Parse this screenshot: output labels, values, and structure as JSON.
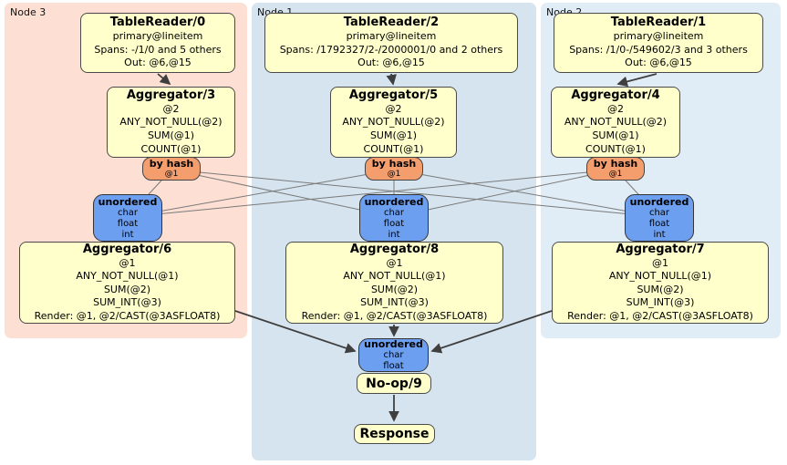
{
  "groups": [
    {
      "label": "Node 3"
    },
    {
      "label": "Node 1"
    },
    {
      "label": "Node 2"
    }
  ],
  "processors": {
    "tr0": {
      "title": "TableReader/0",
      "lines": [
        "primary@lineitem",
        "Spans: -/1/0 and 5 others",
        "Out: @6,@15"
      ]
    },
    "tr2": {
      "title": "TableReader/2",
      "lines": [
        "primary@lineitem",
        "Spans: /1792327/2-/2000001/0 and 2 others",
        "Out: @6,@15"
      ]
    },
    "tr1": {
      "title": "TableReader/1",
      "lines": [
        "primary@lineitem",
        "Spans: /1/0-/549602/3 and 3 others",
        "Out: @6,@15"
      ]
    },
    "agg3": {
      "title": "Aggregator/3",
      "lines": [
        "@2",
        "ANY_NOT_NULL(@2)",
        "SUM(@1)",
        "COUNT(@1)"
      ]
    },
    "agg5": {
      "title": "Aggregator/5",
      "lines": [
        "@2",
        "ANY_NOT_NULL(@2)",
        "SUM(@1)",
        "COUNT(@1)"
      ]
    },
    "agg4": {
      "title": "Aggregator/4",
      "lines": [
        "@2",
        "ANY_NOT_NULL(@2)",
        "SUM(@1)",
        "COUNT(@1)"
      ]
    },
    "agg6": {
      "title": "Aggregator/6",
      "lines": [
        "@1",
        "ANY_NOT_NULL(@1)",
        "SUM(@2)",
        "SUM_INT(@3)",
        "Render: @1, @2/CAST(@3ASFLOAT8)"
      ]
    },
    "agg8": {
      "title": "Aggregator/8",
      "lines": [
        "@1",
        "ANY_NOT_NULL(@1)",
        "SUM(@2)",
        "SUM_INT(@3)",
        "Render: @1, @2/CAST(@3ASFLOAT8)"
      ]
    },
    "agg7": {
      "title": "Aggregator/7",
      "lines": [
        "@1",
        "ANY_NOT_NULL(@1)",
        "SUM(@2)",
        "SUM_INT(@3)",
        "Render: @1, @2/CAST(@3ASFLOAT8)"
      ]
    },
    "noop": {
      "title": "No-op/9"
    },
    "response": {
      "title": "Response"
    }
  },
  "routers": {
    "hash3": {
      "title": "by hash",
      "lines": [
        "@1"
      ]
    },
    "hash5": {
      "title": "by hash",
      "lines": [
        "@1"
      ]
    },
    "hash4": {
      "title": "by hash",
      "lines": [
        "@1"
      ]
    }
  },
  "syncs": {
    "sync3": {
      "title": "unordered",
      "lines": [
        "char",
        "float",
        "int"
      ]
    },
    "sync1": {
      "title": "unordered",
      "lines": [
        "char",
        "float",
        "int"
      ]
    },
    "sync2": {
      "title": "unordered",
      "lines": [
        "char",
        "float",
        "int"
      ]
    },
    "syncFinal": {
      "title": "unordered",
      "lines": [
        "char",
        "float"
      ]
    }
  },
  "colors": {
    "processor_fill": "#ffffcc",
    "router_fill": "#f49e6e",
    "sync_fill": "#6c9ff0",
    "node3_bg": "#fde0d3",
    "node1_bg": "#d5e4ee",
    "node2_bg": "#e1edf6",
    "edge_dark": "#3f3f3f",
    "edge_thin": "#7a7a7a"
  }
}
